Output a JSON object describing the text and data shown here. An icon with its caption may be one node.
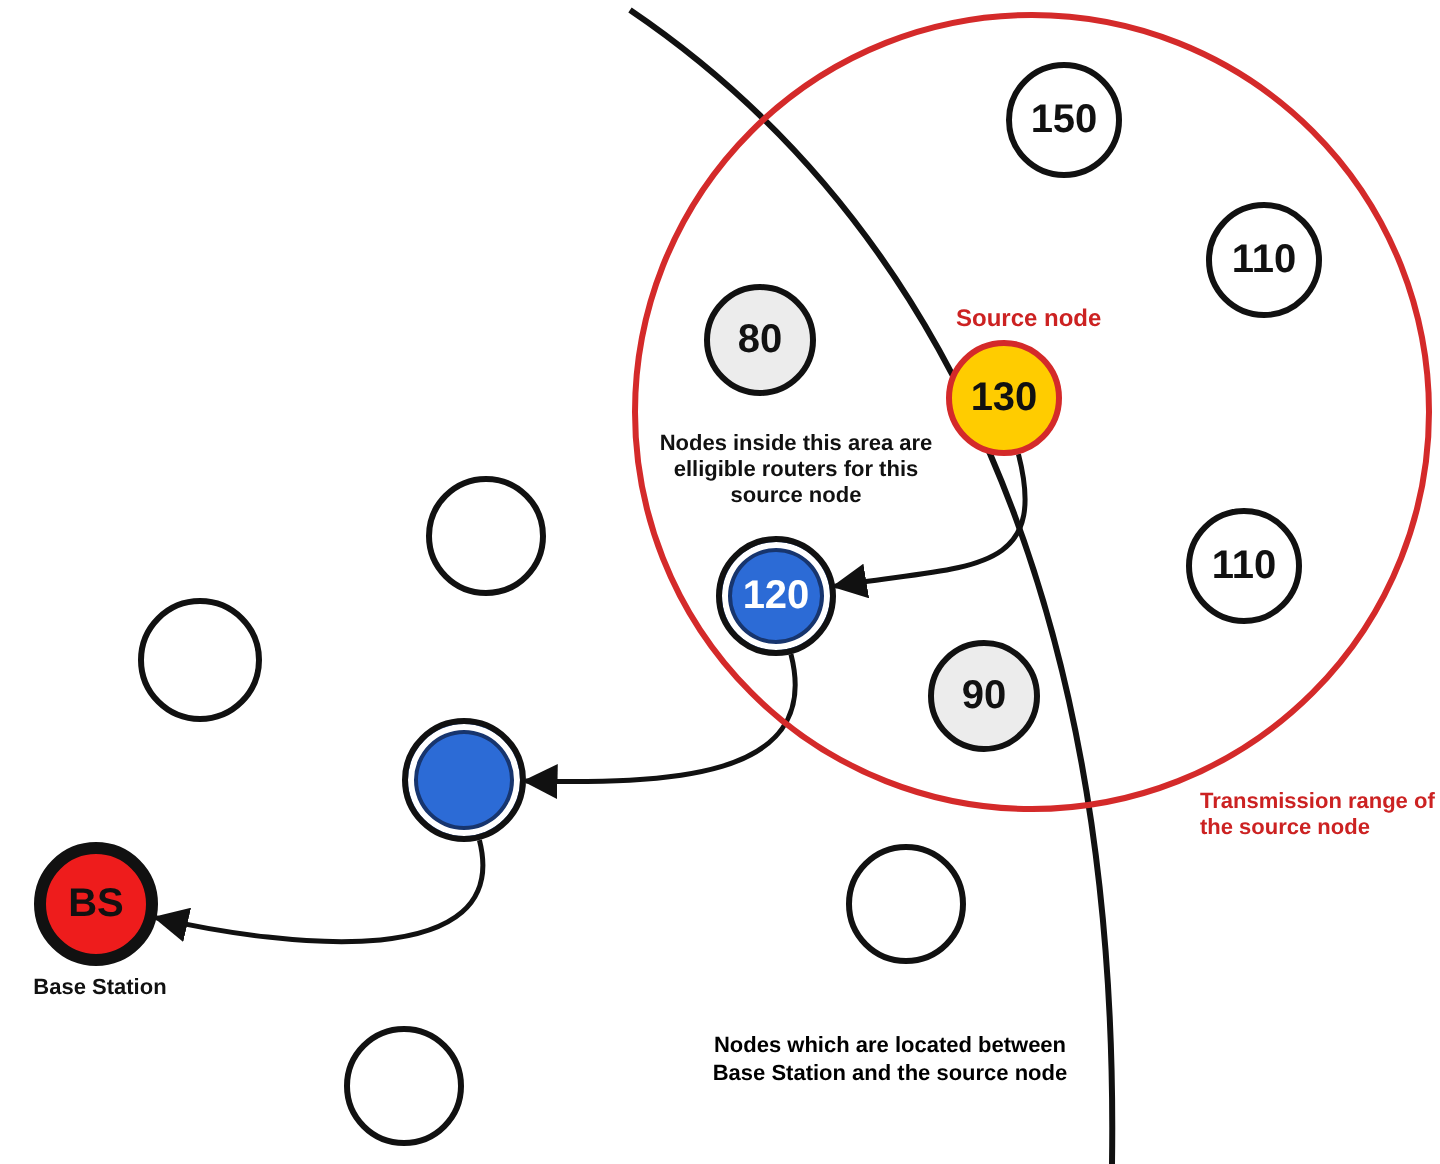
{
  "diagram": {
    "nodes": [
      {
        "text": [
          "Nodes inside this area are elligible routers for this source node"
        ],
        "beside": [
          "Transmission range of the source node"
        ]
      },
      {
        "text": [
          "150"
        ],
        "in": 0
      },
      {
        "text": [
          "110"
        ],
        "in": 0
      },
      {
        "text": [
          "80"
        ],
        "in": 0
      },
      {
        "text": [
          "130"
        ],
        "in": 0,
        "beside": [
          "Source node"
        ]
      },
      {
        "text": [],
        "shape": "circle"
      },
      {
        "text": [
          "120"
        ],
        "in": 0
      },
      {
        "text": [
          "110"
        ],
        "in": 0
      },
      {
        "text": [],
        "shape": "circle"
      },
      {
        "text": [
          "90"
        ],
        "in": 0
      },
      {
        "text": [],
        "shape": "circle"
      },
      {
        "text": [],
        "shape": "circle"
      },
      {
        "text": [
          "BS"
        ],
        "beside": [
          "Base Station"
        ]
      },
      {
        "text": [],
        "shape": "circle"
      }
    ],
    "edges": [
      {
        "from": 4,
        "to": 6,
        "arrow": "to"
      },
      {
        "from": 6,
        "to": 10,
        "arrow": "to"
      },
      {
        "from": 10,
        "to": 12,
        "arrow": "to"
      }
    ],
    "labels": [
      "Nodes which are located between Base Station and the source node"
    ]
  }
}
